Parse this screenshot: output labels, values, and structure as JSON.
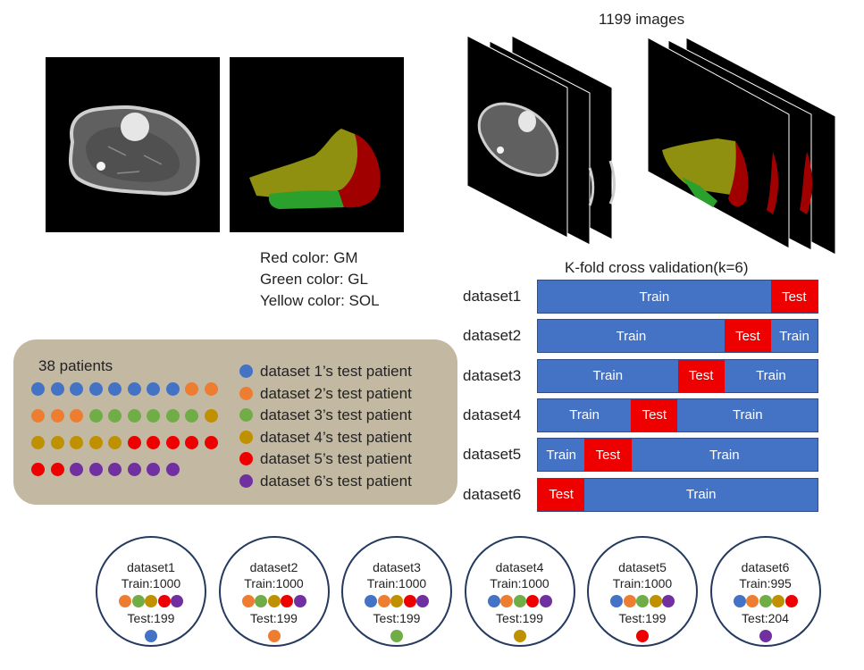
{
  "colors": {
    "blue": "#4472c4",
    "orange": "#ed7d31",
    "green": "#70ad47",
    "gold": "#bf9000",
    "red": "#ee0000",
    "purple": "#7030a0",
    "panel": "#c3b9a2"
  },
  "header": {
    "images_caption": "1199 images"
  },
  "mri": {
    "color_key": [
      "Red color: GM",
      "Green color: GL",
      "Yellow color: SOL"
    ]
  },
  "patients": {
    "title": "38 patients",
    "dot_rows": [
      [
        "blue",
        "blue",
        "blue",
        "blue",
        "blue",
        "blue",
        "blue",
        "blue",
        "orange",
        "orange"
      ],
      [
        "orange",
        "orange",
        "orange",
        "green",
        "green",
        "green",
        "green",
        "green",
        "green",
        "gold"
      ],
      [
        "gold",
        "gold",
        "gold",
        "gold",
        "gold",
        "red",
        "red",
        "red",
        "red",
        "red"
      ],
      [
        "red",
        "red",
        "purple",
        "purple",
        "purple",
        "purple",
        "purple",
        "purple"
      ]
    ],
    "legend": [
      {
        "color": "blue",
        "label": "dataset 1’s test patient"
      },
      {
        "color": "orange",
        "label": "dataset 2’s test patient"
      },
      {
        "color": "green",
        "label": "dataset 3’s test patient"
      },
      {
        "color": "gold",
        "label": "dataset 4’s test patient"
      },
      {
        "color": "red",
        "label": "dataset 5’s test patient"
      },
      {
        "color": "purple",
        "label": "dataset 6’s test patient"
      }
    ]
  },
  "cv": {
    "title": "K-fold cross validation(k=6)",
    "folds": [
      {
        "name": "dataset1",
        "segments": [
          {
            "label": "Train",
            "kind": "train",
            "frac": 0.833
          },
          {
            "label": "Test",
            "kind": "test",
            "frac": 0.167
          }
        ]
      },
      {
        "name": "dataset2",
        "segments": [
          {
            "label": "Train",
            "kind": "train",
            "frac": 0.667
          },
          {
            "label": "Test",
            "kind": "test",
            "frac": 0.167
          },
          {
            "label": "Train",
            "kind": "train",
            "frac": 0.166
          }
        ]
      },
      {
        "name": "dataset3",
        "segments": [
          {
            "label": "Train",
            "kind": "train",
            "frac": 0.5
          },
          {
            "label": "Test",
            "kind": "test",
            "frac": 0.167
          },
          {
            "label": "Train",
            "kind": "train",
            "frac": 0.333
          }
        ]
      },
      {
        "name": "dataset4",
        "segments": [
          {
            "label": "Train",
            "kind": "train",
            "frac": 0.333
          },
          {
            "label": "Test",
            "kind": "test",
            "frac": 0.167
          },
          {
            "label": "Train",
            "kind": "train",
            "frac": 0.5
          }
        ]
      },
      {
        "name": "dataset5",
        "segments": [
          {
            "label": "Train",
            "kind": "train",
            "frac": 0.167
          },
          {
            "label": "Test",
            "kind": "test",
            "frac": 0.167
          },
          {
            "label": "Train",
            "kind": "train",
            "frac": 0.666
          }
        ]
      },
      {
        "name": "dataset6",
        "segments": [
          {
            "label": "Test",
            "kind": "test",
            "frac": 0.167
          },
          {
            "label": "Train",
            "kind": "train",
            "frac": 0.833
          }
        ]
      }
    ]
  },
  "summaries": [
    {
      "name": "dataset1",
      "train": "Train:1000",
      "test": "Test:199",
      "train_dots": [
        "orange",
        "green",
        "gold",
        "red",
        "purple"
      ],
      "test_dot": "blue"
    },
    {
      "name": "dataset2",
      "train": "Train:1000",
      "test": "Test:199",
      "train_dots": [
        "orange",
        "green",
        "gold",
        "red",
        "purple"
      ],
      "test_dot": "orange"
    },
    {
      "name": "dataset3",
      "train": "Train:1000",
      "test": "Test:199",
      "train_dots": [
        "blue",
        "orange",
        "gold",
        "red",
        "purple"
      ],
      "test_dot": "green"
    },
    {
      "name": "dataset4",
      "train": "Train:1000",
      "test": "Test:199",
      "train_dots": [
        "blue",
        "orange",
        "green",
        "red",
        "purple"
      ],
      "test_dot": "gold"
    },
    {
      "name": "dataset5",
      "train": "Train:1000",
      "test": "Test:199",
      "train_dots": [
        "blue",
        "orange",
        "green",
        "gold",
        "purple"
      ],
      "test_dot": "red"
    },
    {
      "name": "dataset6",
      "train": "Train:995",
      "test": "Test:204",
      "train_dots": [
        "blue",
        "orange",
        "green",
        "gold",
        "red"
      ],
      "test_dot": "purple"
    }
  ]
}
